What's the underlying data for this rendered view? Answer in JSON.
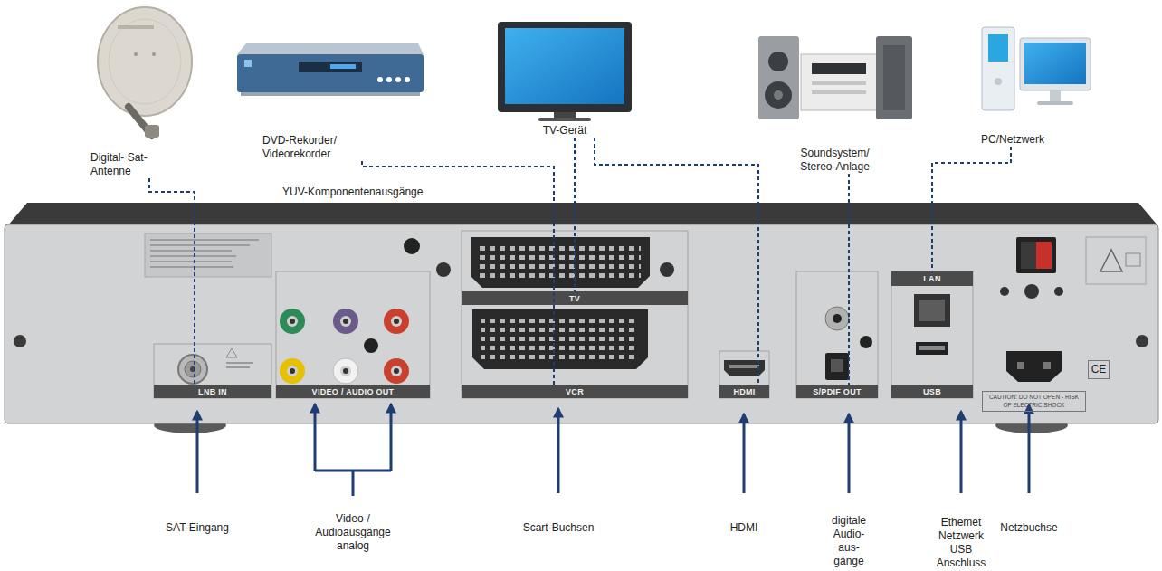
{
  "diagram": {
    "nodes": [
      {
        "text": [
          "Digital- Sat-Antenne"
        ]
      },
      {
        "text": [
          "DVD-Rekorder/ Videorekorder"
        ]
      },
      {
        "text": [
          "TV-Gerät"
        ]
      },
      {
        "text": [
          "Soundsystem/ Stereo-Anlage"
        ]
      },
      {
        "text": [
          "PC/Netzwerk"
        ]
      },
      {
        "text": [
          "LNB IN"
        ]
      },
      {
        "text": [
          "VIDEO / AUDIO OUT"
        ]
      },
      {
        "text": [
          "TV"
        ]
      },
      {
        "text": [
          "VCR"
        ]
      },
      {
        "text": [
          "HDMI"
        ]
      },
      {
        "text": [
          "S/PDIF OUT"
        ]
      },
      {
        "text": [
          "LAN"
        ]
      },
      {
        "text": [
          "USB"
        ]
      }
    ],
    "edges": [
      {
        "from": 0,
        "to": 5,
        "arrow": "none"
      },
      {
        "from": 1,
        "to": 8,
        "arrow": "none"
      },
      {
        "from": 2,
        "to": 7,
        "arrow": "none"
      },
      {
        "from": 2,
        "to": 9,
        "arrow": "none"
      },
      {
        "from": 3,
        "to": 10,
        "arrow": "none"
      },
      {
        "from": 4,
        "to": 11,
        "arrow": "none"
      }
    ],
    "labels": [
      "YUV-Komponentenausgänge",
      "SAT-Eingang",
      "Video-/ Audioausgänge analog",
      "Scart-Buchsen",
      "HDMI",
      "digitale Audio- aus- gänge",
      "Ethemet Netzwerk",
      "USB Anschluss",
      "Netzbuchse",
      "CAUTION: DO NOT OPEN - RISK OF ELECTRIC SHOCK",
      "CE"
    ]
  }
}
